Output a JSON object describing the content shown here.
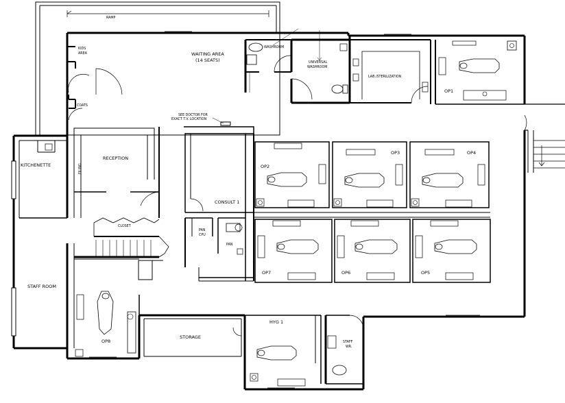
{
  "labels": {
    "ramp": "RAMP",
    "kids_area_1": "KIDS",
    "kids_area_2": "AREA",
    "waiting_1": "WAITING AREA",
    "waiting_2": "(14 SEATS)",
    "washroom": "WASHROOM",
    "universal_1": "UNIVERSAL",
    "universal_2": "WASHROOM",
    "lab": "LAB./STERILIZATION",
    "op1": "OP1",
    "coats": "COATS",
    "tv_note_1": "SEE DOCTOR FOR",
    "tv_note_2": "EXACT T.V. LOCATION",
    "kitchenette": "KITCHENETTE",
    "filing": "FILING",
    "reception": "RECEPTION",
    "op2": "OP2",
    "op3": "OP3",
    "op4": "OP4",
    "consult": "CONSULT 1",
    "closet": "CLOSET",
    "pan_cpu_1": "PAN",
    "pan_cpu_2": "CPU",
    "pan": "PAN",
    "op7": "OP7",
    "op6": "OP6",
    "op5": "OP5",
    "staff_room": "STAFF ROOM",
    "op8": "OP8",
    "storage": "STORAGE",
    "hyg": "HYG 1",
    "staff_wr_1": "STAFF",
    "staff_wr_2": "WR."
  }
}
